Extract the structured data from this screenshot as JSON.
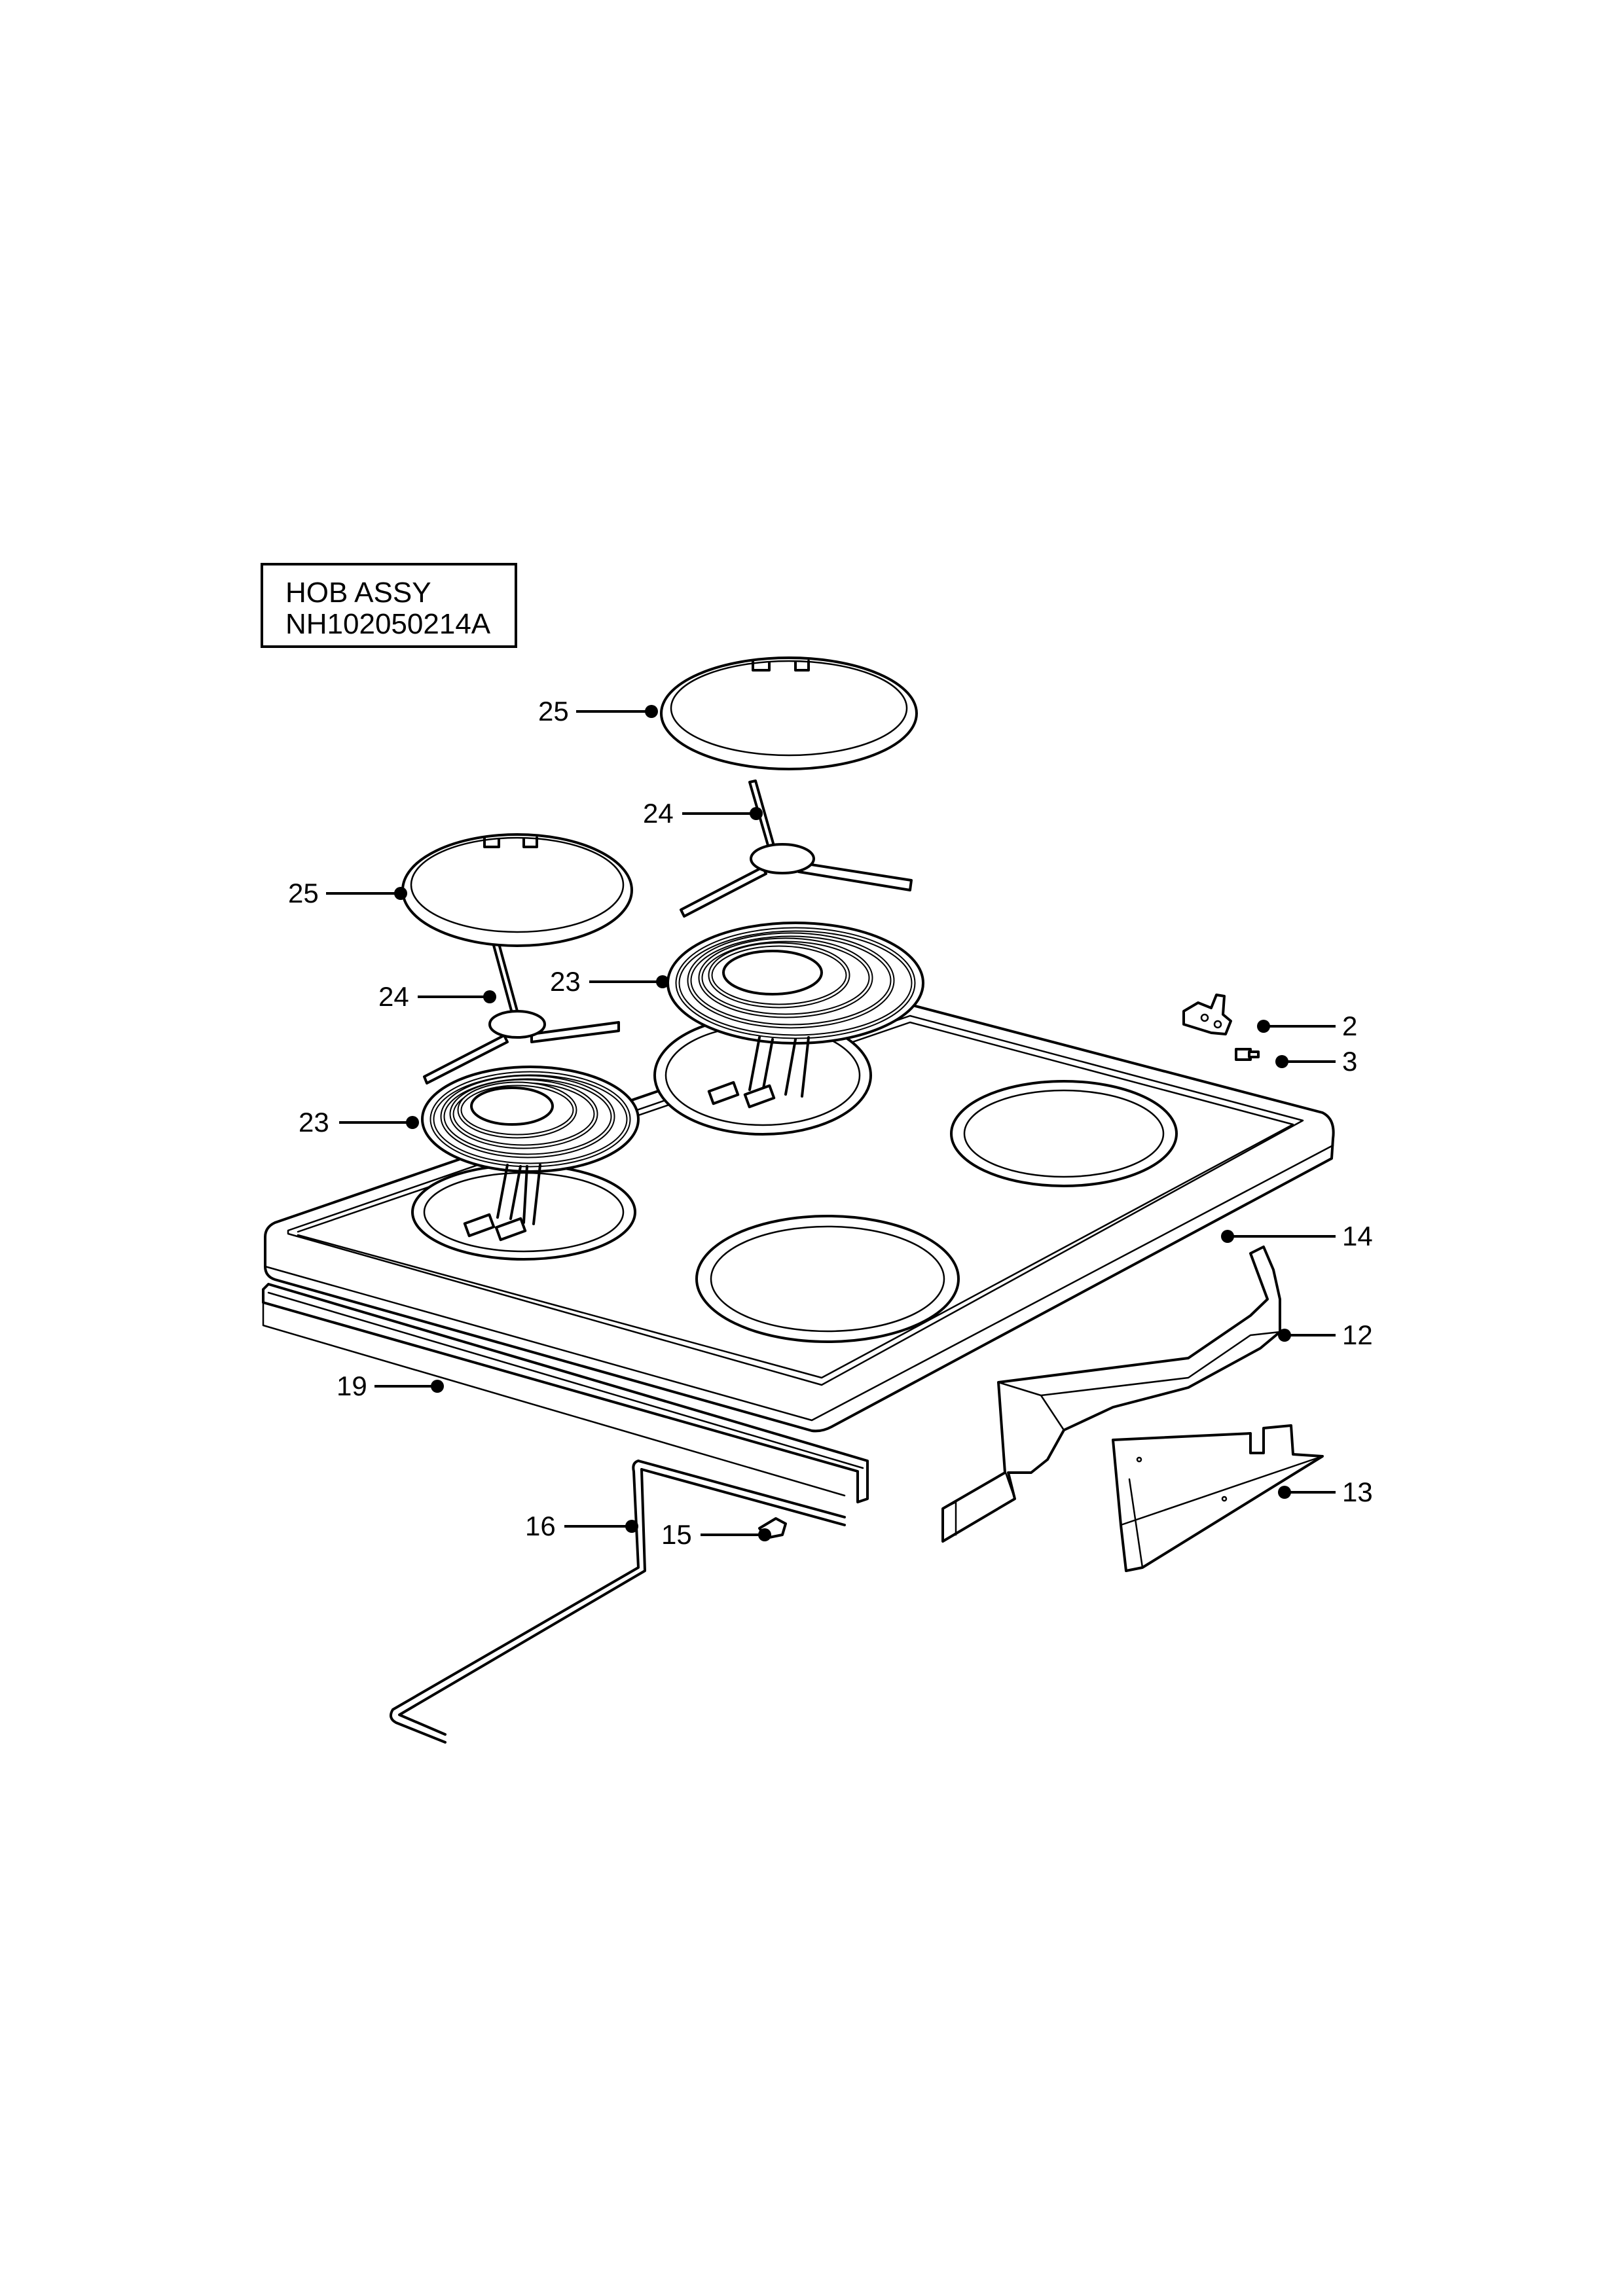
{
  "title": {
    "line1": "HOB ASSY",
    "line2": "NH102050214A"
  },
  "callouts": [
    {
      "id": "c25a",
      "label": "25"
    },
    {
      "id": "c24a",
      "label": "24"
    },
    {
      "id": "c25b",
      "label": "25"
    },
    {
      "id": "c23a",
      "label": "23"
    },
    {
      "id": "c24b",
      "label": "24"
    },
    {
      "id": "c23b",
      "label": "23"
    },
    {
      "id": "c2",
      "label": "2"
    },
    {
      "id": "c3",
      "label": "3"
    },
    {
      "id": "c14",
      "label": "14"
    },
    {
      "id": "c12",
      "label": "12"
    },
    {
      "id": "c19",
      "label": "19"
    },
    {
      "id": "c13",
      "label": "13"
    },
    {
      "id": "c16",
      "label": "16"
    },
    {
      "id": "c15",
      "label": "15"
    }
  ]
}
